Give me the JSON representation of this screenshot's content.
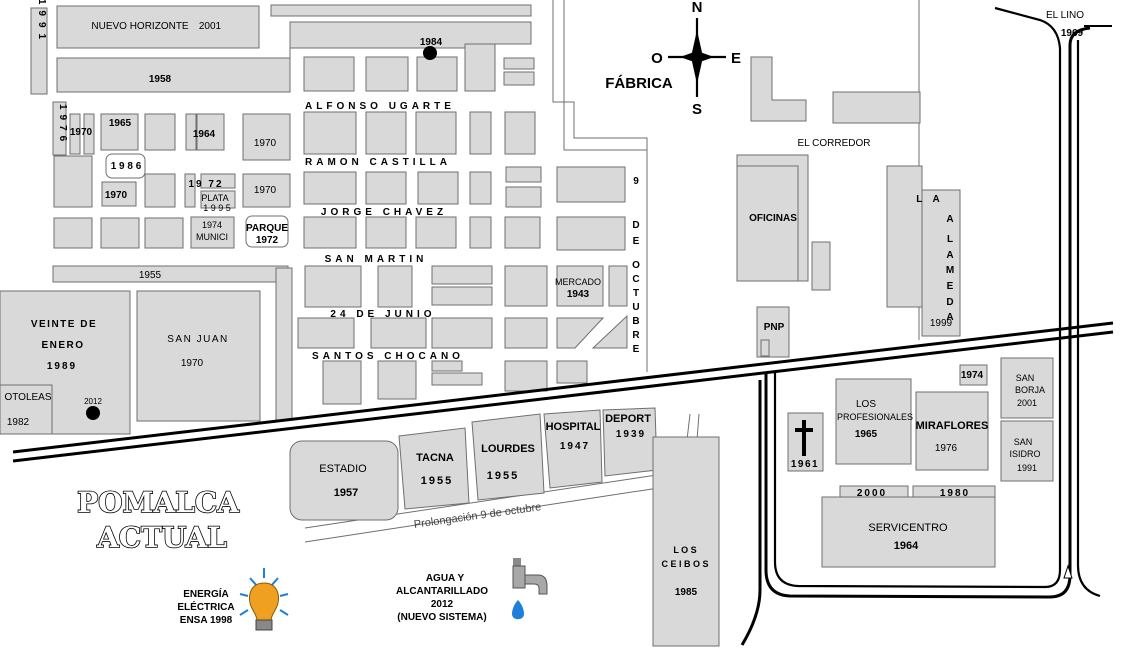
{
  "map_title": [
    "POMALCA",
    "ACTUAL"
  ],
  "compass": {
    "n": "N",
    "s": "S",
    "e": "E",
    "o": "O"
  },
  "places": {
    "fabrica": "FÁBRICA",
    "el_lino": "EL    LINO",
    "el_lino_year": "1969",
    "el_corredor": "EL CORREDOR",
    "oficinas": "OFICINAS",
    "pnp": "PNP",
    "nuevo_horizonte": "NUEVO HORIZONTE",
    "nuevo_horizonte_year": "2001",
    "year_1958": "1958",
    "year_1984": "1984",
    "year_1991": "1991",
    "year_1976_vert": "1976",
    "year_1970_a": "1970",
    "year_1965_a": "1965",
    "year_1964_a": "1964",
    "year_1970_b": "1970",
    "year_1986": "1 9 8 6",
    "year_1970_c": "1970",
    "year_1972_a": "19    72",
    "plata": "PLATA",
    "plata_year": "1 9 9 5",
    "year_1970_d": "1970",
    "munici_year": "1974",
    "munici": "MUNICI",
    "parque": "PARQUE",
    "parque_year": "1972",
    "year_1955_strip": "1955",
    "veinte_enero_1": "VEINTE DE",
    "veinte_enero_2": "ENERO",
    "veinte_enero_year": "1989",
    "san_juan": "SAN   JUAN",
    "san_juan_year": "1970",
    "otoleas": "OTOLEAS",
    "otoleas_year": "1982",
    "year_2012_dot": "2012",
    "mercado": "MERCADO",
    "mercado_year": "1943",
    "estadio": "ESTADIO",
    "estadio_year": "1957",
    "tacna": "TACNA",
    "tacna_year": "1955",
    "lourdes": "LOURDES",
    "lourdes_year": "1955",
    "hospital": "HOSPITAL",
    "hospital_year": "1947",
    "deport": "DEPORT",
    "deport_year": "1939",
    "prolongacion": "Prolongación 9 de octubre",
    "los_ceibos": [
      "L O S",
      "C E I B O S"
    ],
    "los_ceibos_year": "1985",
    "los_profesionales": [
      "LOS",
      "PROFESIONALES"
    ],
    "los_profesionales_year": "1965",
    "miraflores": "MIRAFLORES",
    "miraflores_year": "1976",
    "san_borja": [
      "SAN",
      "BORJA"
    ],
    "san_borja_year": "2001",
    "san_isidro": [
      "SAN",
      "ISIDRO"
    ],
    "san_isidro_year": "1991",
    "year_1974": "1974",
    "year_1961": "1961",
    "year_2000": "2000",
    "year_1980": "1980",
    "servicentro": "SERVICENTRO",
    "servicentro_year": "1964",
    "alameda_letters": [
      "L A",
      "A",
      "L",
      "A",
      "M",
      "E",
      "D",
      "A"
    ],
    "alameda_year": "1999"
  },
  "streets": {
    "alfonso_ugarte": "ALFONSO   UGARTE",
    "ramon_castilla": "RAMON      CASTILLA",
    "jorge_chavez": "JORGE    CHAVEZ",
    "san_martin": "SAN    MARTIN",
    "junio": "24    DE    JUNIO",
    "santos_chocano": "SANTOS      CHOCANO",
    "nueve_octubre_letters": [
      "9",
      "",
      "D",
      "E",
      "",
      "O",
      "C",
      "T",
      "U",
      "B",
      "R",
      "E"
    ]
  },
  "utilities": {
    "energia": [
      "ENERGÍA",
      "ELÉCTRICA",
      "ENSA 1998"
    ],
    "agua": [
      "AGUA Y",
      "ALCANTARILLADO",
      "2012",
      "(NUEVO SISTEMA)"
    ]
  },
  "icons": [
    "bulb-icon",
    "water-tap-icon",
    "cross-icon",
    "compass-rose-icon"
  ],
  "colors": {
    "block_fill": "#d9d9d9",
    "block_stroke": "#6f6f6f",
    "road": "#000000",
    "bulb": "#f0a020",
    "water": "#1e7fd8"
  }
}
